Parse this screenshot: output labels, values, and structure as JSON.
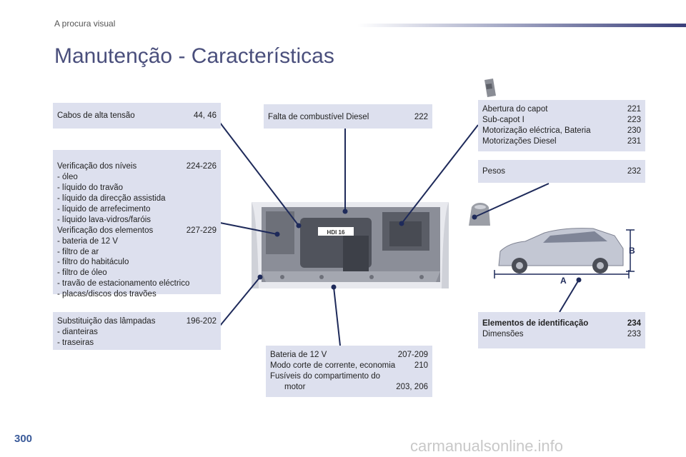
{
  "header": {
    "section_label": "A procura visual",
    "title": "Manutenção - Características"
  },
  "left": {
    "cables": {
      "label": "Cabos de alta tensão",
      "ref": "44, 46"
    },
    "levels": {
      "label": "Verificação dos níveis",
      "ref": "224-226",
      "items": [
        "-  óleo",
        "-  líquido do travão",
        "-  líquido da direcção assistida",
        "-  líquido de arrefecimento",
        "-  líquido lava-vidros/faróis"
      ],
      "label2": "Verificação dos elementos",
      "ref2": "227-229",
      "items2": [
        "-  bateria de 12 V",
        "-  filtro de ar",
        "-  filtro do habitáculo",
        "-  filtro de óleo",
        "-  travão de estacionamento eléctrico",
        "-  placas/discos dos travões"
      ]
    },
    "lamps": {
      "label": "Substituição das lâmpadas",
      "ref": "196-202",
      "items": [
        "-  dianteiras",
        "-  traseiras"
      ]
    }
  },
  "center": {
    "fuel": {
      "label": "Falta de combustível Diesel",
      "ref": "222"
    },
    "battery": {
      "row1_label": "Bateria de 12 V",
      "row1_ref": "207-209",
      "row2_label": "Modo corte de corrente, economia",
      "row2_ref": "210",
      "row3_label": "Fusíveis do compartimento do",
      "row3_label2": "motor",
      "row3_ref": "203, 206"
    }
  },
  "right": {
    "bonnet": [
      {
        "label": "Abertura do capot",
        "ref": "221"
      },
      {
        "label": "Sub-capot I",
        "ref": "223"
      },
      {
        "label": "Motorização eléctrica, Bateria",
        "ref": "230"
      },
      {
        "label": "Motorizações Diesel",
        "ref": "231"
      }
    ],
    "weights": {
      "label": "Pesos",
      "ref": "232"
    },
    "ident": {
      "label": "Elementos de identificação",
      "ref": "234",
      "label2": "Dimensões",
      "ref2": "233"
    },
    "dim_a": "A",
    "dim_b": "B"
  },
  "engine": {
    "badge": "HDI 16"
  },
  "footer": {
    "page_number": "300",
    "watermark": "carmanualsonline.info"
  },
  "colors": {
    "box_bg": "#dde0ee",
    "title": "#4a4f7c",
    "callout": "#1e2a5a",
    "page_number": "#3b5b9a"
  }
}
